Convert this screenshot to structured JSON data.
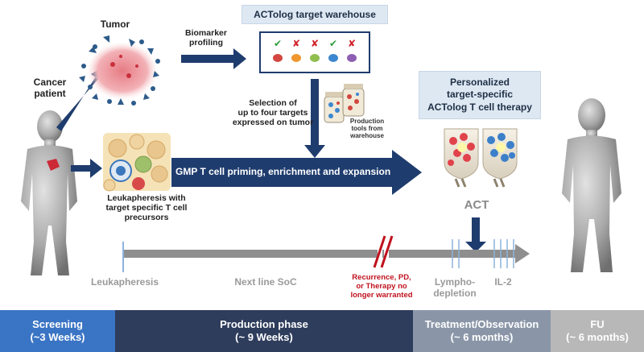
{
  "left": {
    "cancer_patient": [
      "Cancer",
      "patient"
    ]
  },
  "tumor": {
    "label": "Tumor"
  },
  "biomarker": {
    "label": [
      "Biomarker",
      "profiling"
    ]
  },
  "warehouse": {
    "title": "ACTolog target warehouse",
    "marks": [
      "✔",
      "✘",
      "✘",
      "✘",
      "✔",
      "✘"
    ],
    "dot_colors": [
      "#d2473f",
      "#f0962e",
      "#8fbe4e",
      "#3c87cf",
      "#8c5fb2"
    ],
    "check_color": "#2e9e3e",
    "cross_color": "#d0232a"
  },
  "selection": {
    "label": [
      "Selection of",
      "up to four targets",
      "expressed on tumor"
    ]
  },
  "production_tools": {
    "label": [
      "Production",
      "tools from",
      "warehouse"
    ]
  },
  "personalized": {
    "label": [
      "Personalized",
      "target-specific",
      "ACTolog T cell therapy"
    ]
  },
  "gmp": {
    "label": "GMP T cell priming, enrichment and expansion"
  },
  "leukapheresis_cells": {
    "label": [
      "Leukapheresis with",
      "target specific T cell",
      "precursors"
    ]
  },
  "act": {
    "label": "ACT"
  },
  "timeline": {
    "leukapheresis": "Leukapheresis",
    "next_line": "Next line SoC",
    "recurrence": [
      "Recurrence, PD,",
      "or Therapy no",
      "longer warranted"
    ],
    "lympho": [
      "Lympho-",
      "depletion"
    ],
    "il2": "IL-2"
  },
  "phases": [
    {
      "name": "Screening",
      "duration": "(~3 Weeks)",
      "color": "#3a74c4"
    },
    {
      "name": "Production phase",
      "duration": "(~ 9 Weeks)",
      "color": "#2e3d5c"
    },
    {
      "name": "Treatment/Observation",
      "duration": "(~ 6 months)",
      "color": "#8a96a8"
    },
    {
      "name": "FU",
      "duration": "(~ 6 months)",
      "color": "#b8b8b8"
    }
  ],
  "colors": {
    "arrow_navy": "#1f3c6e",
    "timeline_gray": "#8e8e8e",
    "slash_red": "#c0121e"
  }
}
